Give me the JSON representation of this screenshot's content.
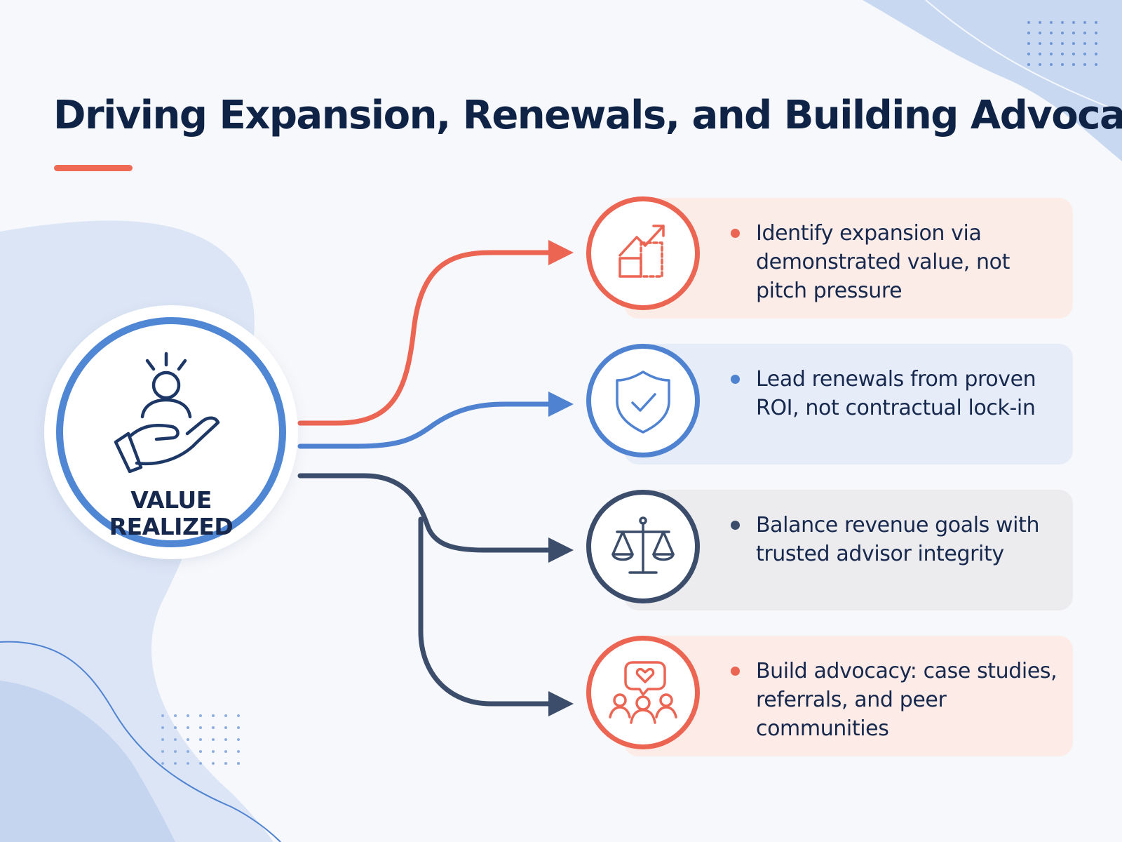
{
  "title": "Driving Expansion, Renewals, and Building Advocacy",
  "hub": {
    "label_line1": "VALUE",
    "label_line2": "REALIZED",
    "icon": "person-in-hand-icon"
  },
  "items": [
    {
      "icon": "growth-chart-icon",
      "color": "#ec6553",
      "text": "Identify expansion via demonstrated value, not pitch pressure"
    },
    {
      "icon": "shield-check-icon",
      "color": "#4f83d2",
      "text": "Lead renewals from proven ROI, not contractual lock-in"
    },
    {
      "icon": "balance-scale-icon",
      "color": "#3b4d6a",
      "text": "Balance revenue goals with trusted advisor integrity"
    },
    {
      "icon": "community-heart-icon",
      "color": "#ec6553",
      "text": "Build advocacy: case studies, referrals, and peer communities"
    }
  ]
}
